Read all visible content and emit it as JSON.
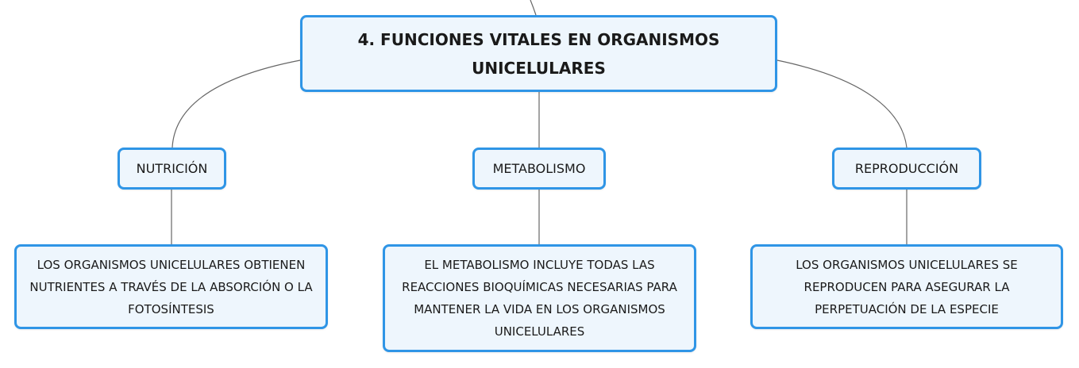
{
  "diagram": {
    "root": {
      "label": "4. FUNCIONES VITALES EN ORGANISMOS UNICELULARES"
    },
    "branches": [
      {
        "label": "NUTRICIÓN",
        "detail": "LOS ORGANISMOS UNICELULARES OBTIENEN NUTRIENTES A TRAVÉS DE LA ABSORCIÓN O LA FOTOSÍNTESIS"
      },
      {
        "label": "METABOLISMO",
        "detail": "EL METABOLISMO INCLUYE TODAS LAS REACCIONES BIOQUÍMICAS NECESARIAS PARA MANTENER LA VIDA EN LOS ORGANISMOS UNICELULARES"
      },
      {
        "label": "REPRODUCCIÓN",
        "detail": "LOS ORGANISMOS UNICELULARES SE REPRODUCEN PARA ASEGURAR LA PERPETUACIÓN DE LA ESPECIE"
      }
    ],
    "colors": {
      "node_border": "#2f95e6",
      "node_fill": "#eef6fd",
      "connector": "#666666"
    }
  }
}
